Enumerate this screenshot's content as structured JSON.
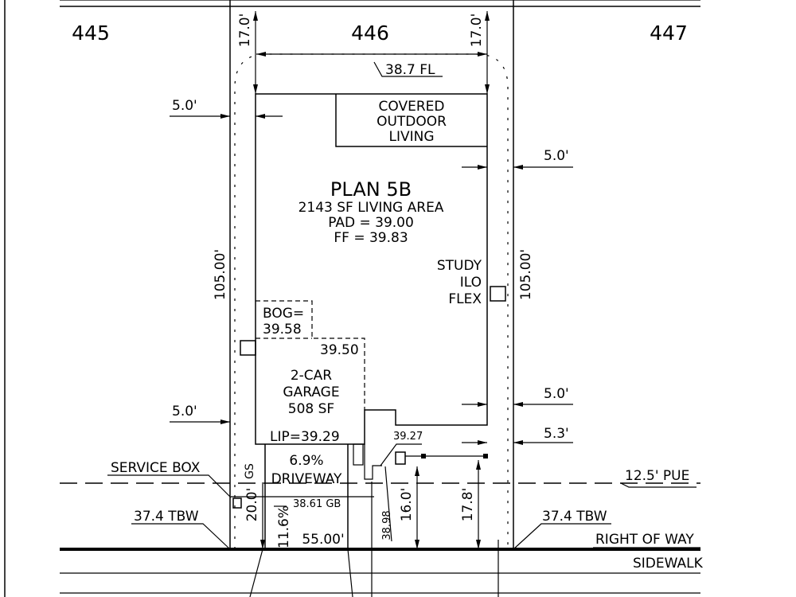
{
  "lots": {
    "left": "445",
    "center": "446",
    "right": "447"
  },
  "setbacks": {
    "rear_left": "17.0'",
    "rear_right": "17.0'",
    "side_left_upper": "5.0'",
    "side_left_lower": "5.0'",
    "side_right_upper": "5.0'",
    "side_right_lower": "5.0'",
    "side_right_garage": "5.3'"
  },
  "frontage": {
    "building_width": "38.7 FL",
    "lot_width": "55.00'"
  },
  "depth": {
    "left": "105.00'",
    "right": "105.00'"
  },
  "house": {
    "plan": "PLAN 5B",
    "living_area": "2143 SF LIVING AREA",
    "pad": "PAD = 39.00",
    "ff": "FF = 39.83",
    "covered": [
      "COVERED",
      "OUTDOOR",
      "LIVING"
    ],
    "study": [
      "STUDY",
      "ILO",
      "FLEX"
    ],
    "bog": [
      "BOG=",
      "39.58"
    ],
    "garage_elev": "39.50",
    "garage": [
      "2-CAR",
      "GARAGE",
      "508 SF"
    ],
    "lip": "LIP=39.29",
    "porch_elev": "39.27"
  },
  "driveway": {
    "slope": "6.9%",
    "label": "DRIVEWAY",
    "gb": "38.61 GB",
    "grade": "11.6%"
  },
  "dims": {
    "d20": "20.0'",
    "d16": "16.0'",
    "d178": "17.8'",
    "e3898": "38.98",
    "gs": "GS"
  },
  "utility": {
    "pue": "12.5' PUE",
    "service_box": "SERVICE BOX"
  },
  "walls": {
    "left_tbw": "37.4 TBW",
    "right_tbw": "37.4 TBW"
  },
  "street": {
    "row": "RIGHT OF WAY",
    "sidewalk": "SIDEWALK"
  }
}
